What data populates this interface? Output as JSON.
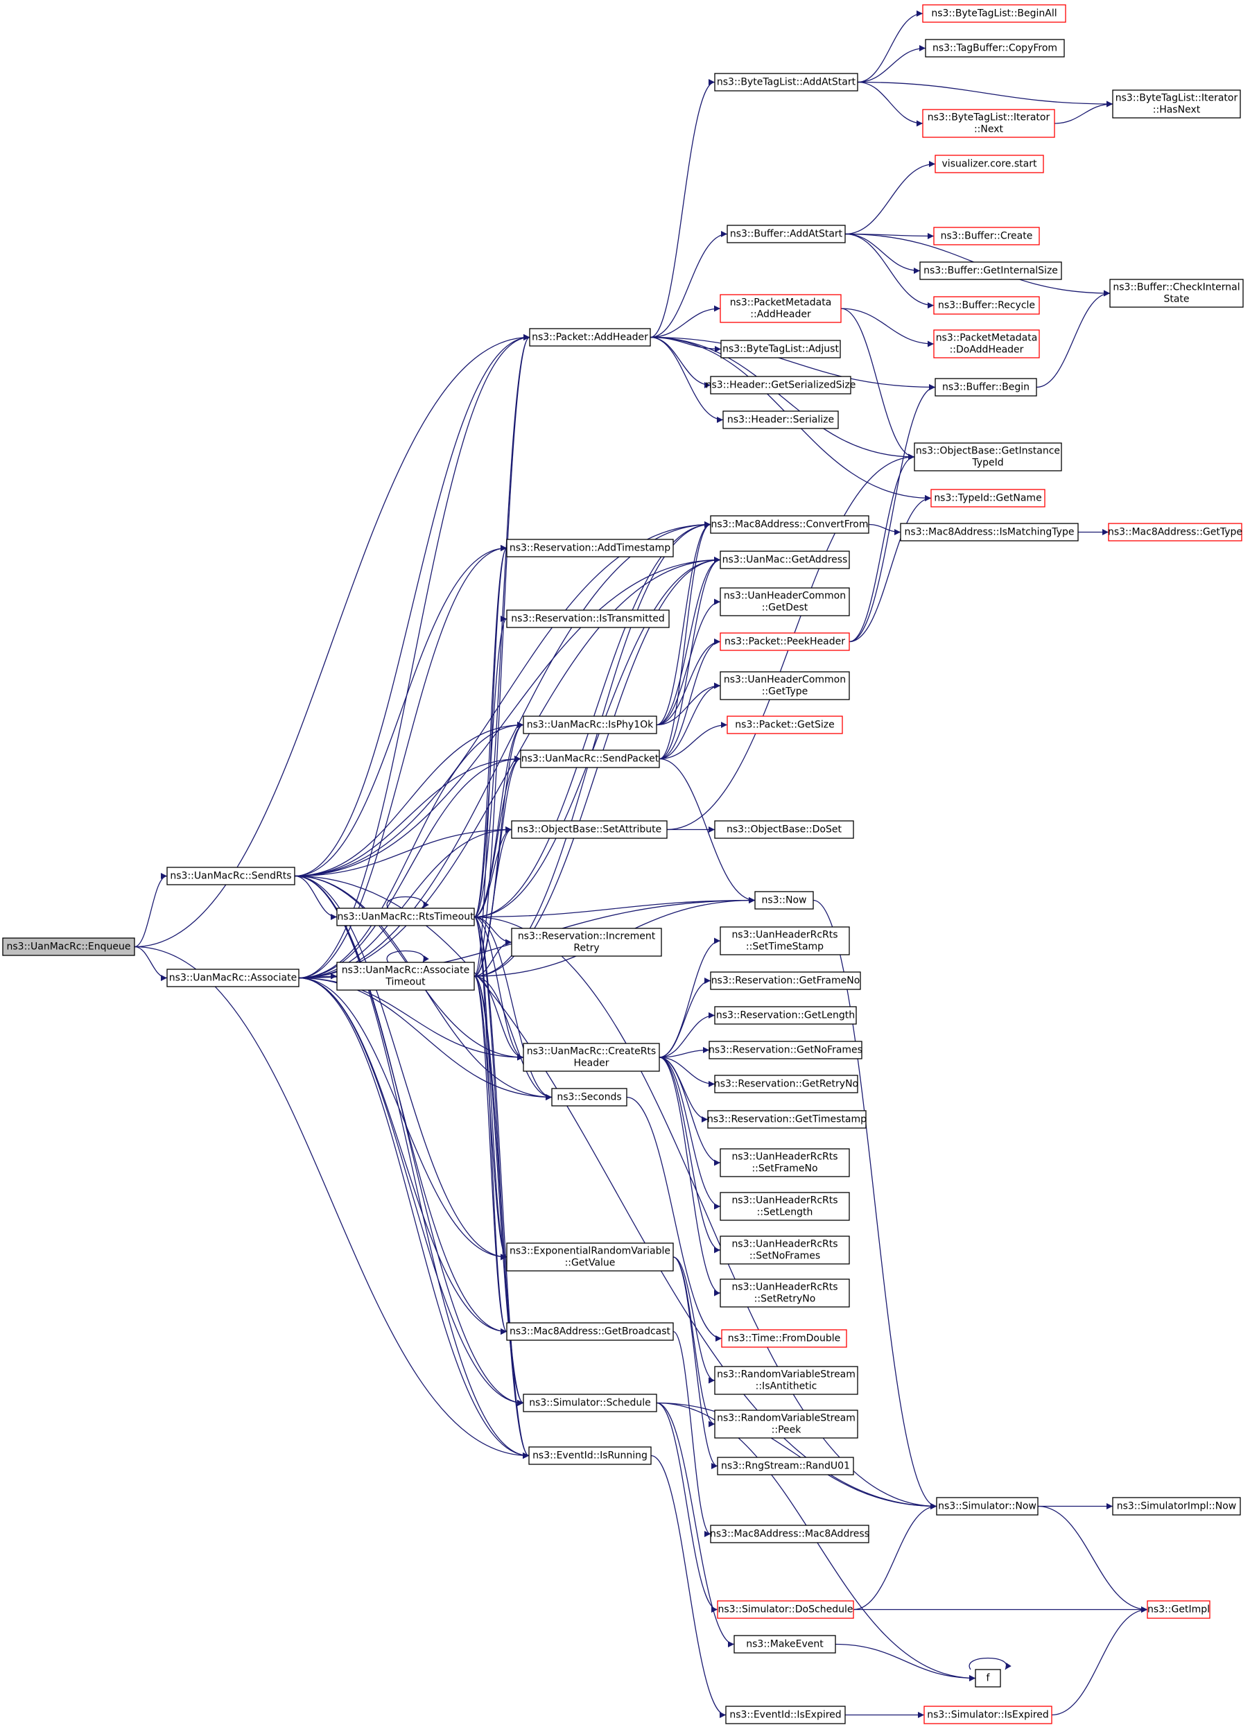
{
  "diagram": {
    "nodes": [
      {
        "id": "enqueue",
        "lines": [
          "ns3::UanMacRc::Enqueue"
        ],
        "style": "gray"
      },
      {
        "id": "sendrts",
        "lines": [
          "ns3::UanMacRc::SendRts"
        ],
        "style": "normal"
      },
      {
        "id": "associate",
        "lines": [
          "ns3::UanMacRc::Associate"
        ],
        "style": "normal"
      },
      {
        "id": "rtstimeout",
        "lines": [
          "ns3::UanMacRc::RtsTimeout"
        ],
        "style": "normal"
      },
      {
        "id": "assoctimeout",
        "lines": [
          "ns3::UanMacRc::Associate",
          "Timeout"
        ],
        "style": "normal"
      },
      {
        "id": "addheader",
        "lines": [
          "ns3::Packet::AddHeader"
        ],
        "style": "normal"
      },
      {
        "id": "addtimestamp",
        "lines": [
          "ns3::Reservation::AddTimestamp"
        ],
        "style": "normal"
      },
      {
        "id": "istransmitted",
        "lines": [
          "ns3::Reservation::IsTransmitted"
        ],
        "style": "normal"
      },
      {
        "id": "isphy1ok",
        "lines": [
          "ns3::UanMacRc::IsPhy1Ok"
        ],
        "style": "normal"
      },
      {
        "id": "sendpacket",
        "lines": [
          "ns3::UanMacRc::SendPacket"
        ],
        "style": "normal"
      },
      {
        "id": "setattribute",
        "lines": [
          "ns3::ObjectBase::SetAttribute"
        ],
        "style": "normal"
      },
      {
        "id": "incretry",
        "lines": [
          "ns3::Reservation::Increment",
          "Retry"
        ],
        "style": "normal"
      },
      {
        "id": "creatertsheader",
        "lines": [
          "ns3::UanMacRc::CreateRts",
          "Header"
        ],
        "style": "normal"
      },
      {
        "id": "seconds",
        "lines": [
          "ns3::Seconds"
        ],
        "style": "normal"
      },
      {
        "id": "expgetvalue",
        "lines": [
          "ns3::ExponentialRandomVariable",
          "::GetValue"
        ],
        "style": "normal"
      },
      {
        "id": "getbroadcast",
        "lines": [
          "ns3::Mac8Address::GetBroadcast"
        ],
        "style": "normal"
      },
      {
        "id": "schedule",
        "lines": [
          "ns3::Simulator::Schedule"
        ],
        "style": "normal"
      },
      {
        "id": "isrunning",
        "lines": [
          "ns3::EventId::IsRunning"
        ],
        "style": "normal"
      },
      {
        "id": "bytetaglist_addatstart",
        "lines": [
          "ns3::ByteTagList::AddAtStart"
        ],
        "style": "normal"
      },
      {
        "id": "buffer_addatstart",
        "lines": [
          "ns3::Buffer::AddAtStart"
        ],
        "style": "normal"
      },
      {
        "id": "pm_addheader",
        "lines": [
          "ns3::PacketMetadata",
          "::AddHeader"
        ],
        "style": "red"
      },
      {
        "id": "btl_adjust",
        "lines": [
          "ns3::ByteTagList::Adjust"
        ],
        "style": "normal"
      },
      {
        "id": "header_getsize",
        "lines": [
          "ns3::Header::GetSerializedSize"
        ],
        "style": "normal"
      },
      {
        "id": "header_serialize",
        "lines": [
          "ns3::Header::Serialize"
        ],
        "style": "normal"
      },
      {
        "id": "convertfrom",
        "lines": [
          "ns3::Mac8Address::ConvertFrom"
        ],
        "style": "normal"
      },
      {
        "id": "getaddress",
        "lines": [
          "ns3::UanMac::GetAddress"
        ],
        "style": "normal"
      },
      {
        "id": "getdest",
        "lines": [
          "ns3::UanHeaderCommon",
          "::GetDest"
        ],
        "style": "normal"
      },
      {
        "id": "peekheader",
        "lines": [
          "ns3::Packet::PeekHeader"
        ],
        "style": "red"
      },
      {
        "id": "gettype",
        "lines": [
          "ns3::UanHeaderCommon",
          "::GetType"
        ],
        "style": "normal"
      },
      {
        "id": "packet_getsize",
        "lines": [
          "ns3::Packet::GetSize"
        ],
        "style": "red"
      },
      {
        "id": "doset",
        "lines": [
          "ns3::ObjectBase::DoSet"
        ],
        "style": "normal"
      },
      {
        "id": "now",
        "lines": [
          "ns3::Now"
        ],
        "style": "normal"
      },
      {
        "id": "settimestamp",
        "lines": [
          "ns3::UanHeaderRcRts",
          "::SetTimeStamp"
        ],
        "style": "normal"
      },
      {
        "id": "getframeno",
        "lines": [
          "ns3::Reservation::GetFrameNo"
        ],
        "style": "normal"
      },
      {
        "id": "getlength",
        "lines": [
          "ns3::Reservation::GetLength"
        ],
        "style": "normal"
      },
      {
        "id": "getnoframes",
        "lines": [
          "ns3::Reservation::GetNoFrames"
        ],
        "style": "normal"
      },
      {
        "id": "getretryno",
        "lines": [
          "ns3::Reservation::GetRetryNo"
        ],
        "style": "normal"
      },
      {
        "id": "gettimestamp",
        "lines": [
          "ns3::Reservation::GetTimestamp"
        ],
        "style": "normal"
      },
      {
        "id": "setframeno",
        "lines": [
          "ns3::UanHeaderRcRts",
          "::SetFrameNo"
        ],
        "style": "normal"
      },
      {
        "id": "setlength",
        "lines": [
          "ns3::UanHeaderRcRts",
          "::SetLength"
        ],
        "style": "normal"
      },
      {
        "id": "setnoframes",
        "lines": [
          "ns3::UanHeaderRcRts",
          "::SetNoFrames"
        ],
        "style": "normal"
      },
      {
        "id": "setretryno",
        "lines": [
          "ns3::UanHeaderRcRts",
          "::SetRetryNo"
        ],
        "style": "normal"
      },
      {
        "id": "fromdouble",
        "lines": [
          "ns3::Time::FromDouble"
        ],
        "style": "red"
      },
      {
        "id": "isantithetic",
        "lines": [
          "ns3::RandomVariableStream",
          "::IsAntithetic"
        ],
        "style": "normal"
      },
      {
        "id": "peek",
        "lines": [
          "ns3::RandomVariableStream",
          "::Peek"
        ],
        "style": "normal"
      },
      {
        "id": "randu01",
        "lines": [
          "ns3::RngStream::RandU01"
        ],
        "style": "normal"
      },
      {
        "id": "mac8ctor",
        "lines": [
          "ns3::Mac8Address::Mac8Address"
        ],
        "style": "normal"
      },
      {
        "id": "doschedule",
        "lines": [
          "ns3::Simulator::DoSchedule"
        ],
        "style": "red"
      },
      {
        "id": "makeevent",
        "lines": [
          "ns3::MakeEvent"
        ],
        "style": "normal"
      },
      {
        "id": "isexpired",
        "lines": [
          "ns3::EventId::IsExpired"
        ],
        "style": "normal"
      },
      {
        "id": "beginall",
        "lines": [
          "ns3::ByteTagList::BeginAll"
        ],
        "style": "red"
      },
      {
        "id": "copyfrom",
        "lines": [
          "ns3::TagBuffer::CopyFrom"
        ],
        "style": "normal"
      },
      {
        "id": "iter_next",
        "lines": [
          "ns3::ByteTagList::Iterator",
          "::Next"
        ],
        "style": "red"
      },
      {
        "id": "vizstart",
        "lines": [
          "visualizer.core.start"
        ],
        "style": "red"
      },
      {
        "id": "buffer_create",
        "lines": [
          "ns3::Buffer::Create"
        ],
        "style": "red"
      },
      {
        "id": "buffer_getinternalsize",
        "lines": [
          "ns3::Buffer::GetInternalSize"
        ],
        "style": "normal"
      },
      {
        "id": "buffer_recycle",
        "lines": [
          "ns3::Buffer::Recycle"
        ],
        "style": "red"
      },
      {
        "id": "pm_doaddheader",
        "lines": [
          "ns3::PacketMetadata",
          "::DoAddHeader"
        ],
        "style": "red"
      },
      {
        "id": "buffer_begin",
        "lines": [
          "ns3::Buffer::Begin"
        ],
        "style": "normal"
      },
      {
        "id": "getinstancetypeid",
        "lines": [
          "ns3::ObjectBase::GetInstance",
          "TypeId"
        ],
        "style": "normal"
      },
      {
        "id": "typeid_getname",
        "lines": [
          "ns3::TypeId::GetName"
        ],
        "style": "red"
      },
      {
        "id": "ismatchingtype",
        "lines": [
          "ns3::Mac8Address::IsMatchingType"
        ],
        "style": "normal"
      },
      {
        "id": "sim_now",
        "lines": [
          "ns3::Simulator::Now"
        ],
        "style": "normal"
      },
      {
        "id": "f",
        "lines": [
          "f"
        ],
        "style": "normal"
      },
      {
        "id": "sim_isexpired",
        "lines": [
          "ns3::Simulator::IsExpired"
        ],
        "style": "red"
      },
      {
        "id": "iter_hasnext",
        "lines": [
          "ns3::ByteTagList::Iterator",
          "::HasNext"
        ],
        "style": "normal"
      },
      {
        "id": "buffer_checkinternal",
        "lines": [
          "ns3::Buffer::CheckInternal",
          "State"
        ],
        "style": "normal"
      },
      {
        "id": "mac8_gettype",
        "lines": [
          "ns3::Mac8Address::GetType"
        ],
        "style": "red"
      },
      {
        "id": "simimpl_now",
        "lines": [
          "ns3::SimulatorImpl::Now"
        ],
        "style": "normal"
      },
      {
        "id": "getimpl",
        "lines": [
          "ns3::GetImpl"
        ],
        "style": "red"
      }
    ],
    "edges": [
      [
        "enqueue",
        "sendrts"
      ],
      [
        "enqueue",
        "associate"
      ],
      [
        "enqueue",
        "addheader"
      ],
      [
        "enqueue",
        "isrunning"
      ],
      [
        "sendrts",
        "addheader"
      ],
      [
        "sendrts",
        "addtimestamp"
      ],
      [
        "sendrts",
        "isphy1ok"
      ],
      [
        "sendrts",
        "sendpacket"
      ],
      [
        "sendrts",
        "setattribute"
      ],
      [
        "sendrts",
        "rtstimeout"
      ],
      [
        "sendrts",
        "creatertsheader"
      ],
      [
        "sendrts",
        "seconds"
      ],
      [
        "sendrts",
        "expgetvalue"
      ],
      [
        "sendrts",
        "getbroadcast"
      ],
      [
        "sendrts",
        "schedule"
      ],
      [
        "sendrts",
        "isrunning"
      ],
      [
        "sendrts",
        "convertfrom"
      ],
      [
        "sendrts",
        "getaddress"
      ],
      [
        "sendrts",
        "sim_now"
      ],
      [
        "associate",
        "assoctimeout"
      ],
      [
        "associate",
        "addheader"
      ],
      [
        "associate",
        "addtimestamp"
      ],
      [
        "associate",
        "isphy1ok"
      ],
      [
        "associate",
        "sendpacket"
      ],
      [
        "associate",
        "setattribute"
      ],
      [
        "associate",
        "creatertsheader"
      ],
      [
        "associate",
        "seconds"
      ],
      [
        "associate",
        "expgetvalue"
      ],
      [
        "associate",
        "getbroadcast"
      ],
      [
        "associate",
        "schedule"
      ],
      [
        "associate",
        "isrunning"
      ],
      [
        "associate",
        "convertfrom"
      ],
      [
        "associate",
        "getaddress"
      ],
      [
        "associate",
        "now"
      ],
      [
        "rtstimeout",
        "rtstimeout"
      ],
      [
        "rtstimeout",
        "addheader"
      ],
      [
        "rtstimeout",
        "addtimestamp"
      ],
      [
        "rtstimeout",
        "istransmitted"
      ],
      [
        "rtstimeout",
        "isphy1ok"
      ],
      [
        "rtstimeout",
        "sendpacket"
      ],
      [
        "rtstimeout",
        "setattribute"
      ],
      [
        "rtstimeout",
        "incretry"
      ],
      [
        "rtstimeout",
        "creatertsheader"
      ],
      [
        "rtstimeout",
        "seconds"
      ],
      [
        "rtstimeout",
        "expgetvalue"
      ],
      [
        "rtstimeout",
        "getbroadcast"
      ],
      [
        "rtstimeout",
        "schedule"
      ],
      [
        "rtstimeout",
        "isrunning"
      ],
      [
        "rtstimeout",
        "now"
      ],
      [
        "rtstimeout",
        "sim_now"
      ],
      [
        "rtstimeout",
        "convertfrom"
      ],
      [
        "rtstimeout",
        "getaddress"
      ],
      [
        "assoctimeout",
        "assoctimeout"
      ],
      [
        "assoctimeout",
        "addheader"
      ],
      [
        "assoctimeout",
        "addtimestamp"
      ],
      [
        "assoctimeout",
        "isphy1ok"
      ],
      [
        "assoctimeout",
        "sendpacket"
      ],
      [
        "assoctimeout",
        "setattribute"
      ],
      [
        "assoctimeout",
        "incretry"
      ],
      [
        "assoctimeout",
        "creatertsheader"
      ],
      [
        "assoctimeout",
        "seconds"
      ],
      [
        "assoctimeout",
        "expgetvalue"
      ],
      [
        "assoctimeout",
        "getbroadcast"
      ],
      [
        "assoctimeout",
        "schedule"
      ],
      [
        "assoctimeout",
        "isrunning"
      ],
      [
        "assoctimeout",
        "now"
      ],
      [
        "assoctimeout",
        "convertfrom"
      ],
      [
        "assoctimeout",
        "getaddress"
      ],
      [
        "addheader",
        "bytetaglist_addatstart"
      ],
      [
        "addheader",
        "buffer_addatstart"
      ],
      [
        "addheader",
        "pm_addheader"
      ],
      [
        "addheader",
        "btl_adjust"
      ],
      [
        "addheader",
        "header_getsize"
      ],
      [
        "addheader",
        "header_serialize"
      ],
      [
        "addheader",
        "buffer_begin"
      ],
      [
        "addheader",
        "getinstancetypeid"
      ],
      [
        "addheader",
        "typeid_getname"
      ],
      [
        "isphy1ok",
        "convertfrom"
      ],
      [
        "isphy1ok",
        "getaddress"
      ],
      [
        "isphy1ok",
        "getdest"
      ],
      [
        "isphy1ok",
        "peekheader"
      ],
      [
        "isphy1ok",
        "gettype"
      ],
      [
        "sendpacket",
        "convertfrom"
      ],
      [
        "sendpacket",
        "getaddress"
      ],
      [
        "sendpacket",
        "peekheader"
      ],
      [
        "sendpacket",
        "gettype"
      ],
      [
        "sendpacket",
        "packet_getsize"
      ],
      [
        "sendpacket",
        "now"
      ],
      [
        "setattribute",
        "doset"
      ],
      [
        "setattribute",
        "getinstancetypeid"
      ],
      [
        "creatertsheader",
        "settimestamp"
      ],
      [
        "creatertsheader",
        "getframeno"
      ],
      [
        "creatertsheader",
        "getlength"
      ],
      [
        "creatertsheader",
        "getnoframes"
      ],
      [
        "creatertsheader",
        "getretryno"
      ],
      [
        "creatertsheader",
        "gettimestamp"
      ],
      [
        "creatertsheader",
        "setframeno"
      ],
      [
        "creatertsheader",
        "setlength"
      ],
      [
        "creatertsheader",
        "setnoframes"
      ],
      [
        "creatertsheader",
        "setretryno"
      ],
      [
        "seconds",
        "fromdouble"
      ],
      [
        "expgetvalue",
        "isantithetic"
      ],
      [
        "expgetvalue",
        "peek"
      ],
      [
        "expgetvalue",
        "randu01"
      ],
      [
        "getbroadcast",
        "mac8ctor"
      ],
      [
        "schedule",
        "sim_now"
      ],
      [
        "schedule",
        "doschedule"
      ],
      [
        "schedule",
        "makeevent"
      ],
      [
        "schedule",
        "f"
      ],
      [
        "isrunning",
        "isexpired"
      ],
      [
        "bytetaglist_addatstart",
        "beginall"
      ],
      [
        "bytetaglist_addatstart",
        "copyfrom"
      ],
      [
        "bytetaglist_addatstart",
        "iter_next"
      ],
      [
        "bytetaglist_addatstart",
        "iter_hasnext"
      ],
      [
        "iter_next",
        "iter_hasnext"
      ],
      [
        "buffer_addatstart",
        "vizstart"
      ],
      [
        "buffer_addatstart",
        "buffer_create"
      ],
      [
        "buffer_addatstart",
        "buffer_getinternalsize"
      ],
      [
        "buffer_addatstart",
        "buffer_recycle"
      ],
      [
        "buffer_addatstart",
        "buffer_checkinternal"
      ],
      [
        "buffer_begin",
        "buffer_checkinternal"
      ],
      [
        "pm_addheader",
        "pm_doaddheader"
      ],
      [
        "pm_addheader",
        "getinstancetypeid"
      ],
      [
        "convertfrom",
        "ismatchingtype"
      ],
      [
        "ismatchingtype",
        "mac8_gettype"
      ],
      [
        "peekheader",
        "buffer_begin"
      ],
      [
        "peekheader",
        "getinstancetypeid"
      ],
      [
        "peekheader",
        "typeid_getname"
      ],
      [
        "now",
        "sim_now"
      ],
      [
        "sim_now",
        "simimpl_now"
      ],
      [
        "sim_now",
        "getimpl"
      ],
      [
        "doschedule",
        "sim_now"
      ],
      [
        "doschedule",
        "getimpl"
      ],
      [
        "makeevent",
        "f"
      ],
      [
        "f",
        "f"
      ],
      [
        "isexpired",
        "sim_isexpired"
      ],
      [
        "sim_isexpired",
        "getimpl"
      ]
    ]
  }
}
